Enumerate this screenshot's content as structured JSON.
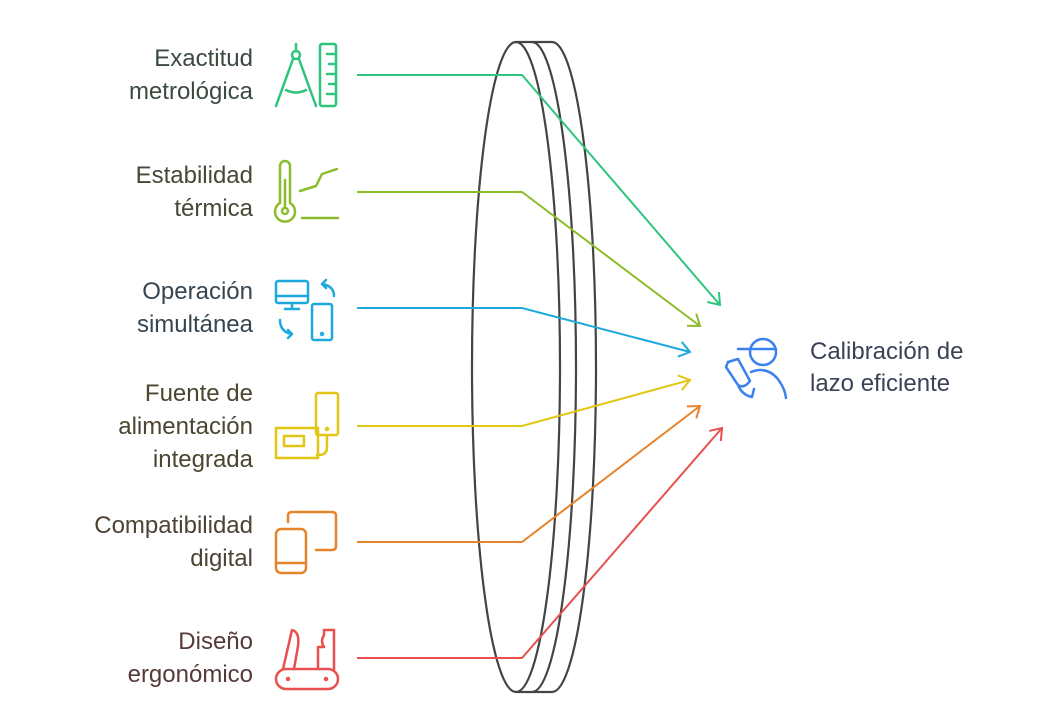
{
  "factors": [
    {
      "lines": [
        "Exactitud",
        "metrológica"
      ],
      "icon": "compass-ruler-icon",
      "color": "#2fc47e",
      "text_color": "#3c4a40"
    },
    {
      "lines": [
        "Estabilidad",
        "térmica"
      ],
      "icon": "thermometer-graph-icon",
      "color": "#8cbc2c",
      "text_color": "#454a35"
    },
    {
      "lines": [
        "Operación",
        "simultánea"
      ],
      "icon": "monitor-phone-sync-icon",
      "color": "#1ea9de",
      "text_color": "#36454f"
    },
    {
      "lines": [
        "Fuente de",
        "alimentación",
        "integrada"
      ],
      "icon": "power-bank-phone-icon",
      "color": "#e2c614",
      "text_color": "#4a4630"
    },
    {
      "lines": [
        "Compatibilidad",
        "digital"
      ],
      "icon": "devices-icon",
      "color": "#e5842a",
      "text_color": "#4d4233"
    },
    {
      "lines": [
        "Diseño",
        "ergonómico"
      ],
      "icon": "multitool-icon",
      "color": "#e8504f",
      "text_color": "#563a3a"
    }
  ],
  "outcome": {
    "lines": [
      "Calibración de",
      "lazo eficiente"
    ],
    "icon": "technician-icon",
    "color": "#3b82f0"
  }
}
